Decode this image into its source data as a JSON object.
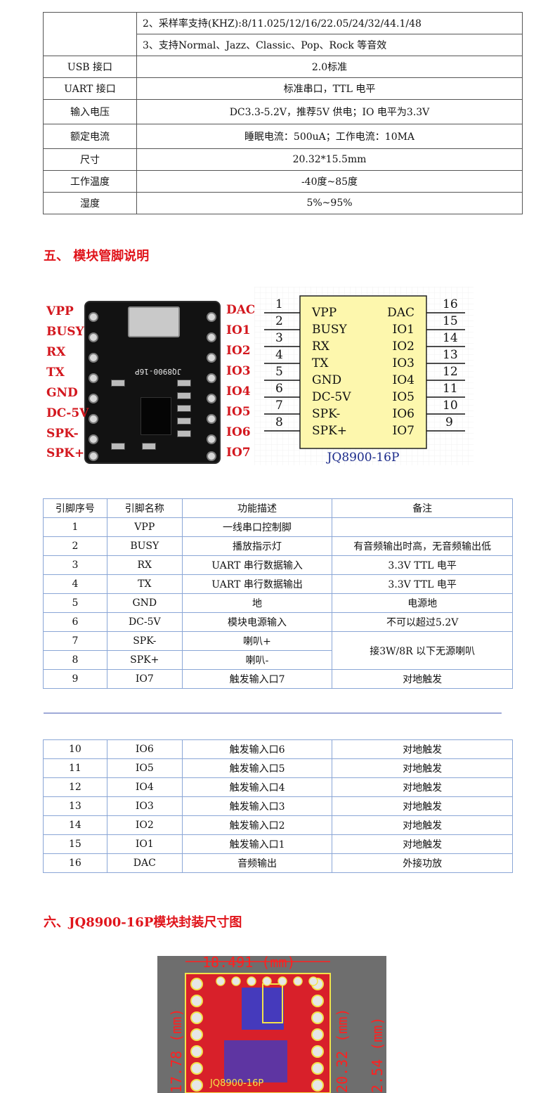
{
  "spec_rows": [
    {
      "label": "",
      "value": "2、采样率支持(KHZ):8/11.025/12/16/22.05/24/32/44.1/48"
    },
    {
      "label": "",
      "value": "3、支持Normal、Jazz、Classic、Pop、Rock 等音效"
    },
    {
      "label": "USB 接口",
      "value": "2.0标准"
    },
    {
      "label": "UART 接口",
      "value": "标准串口，TTL 电平"
    },
    {
      "label": "输入电压",
      "value": "DC3.3-5.2V，推荐5V 供电；IO 电平为3.3V"
    },
    {
      "label": "额定电流",
      "value": "睡眠电流：500uA；工作电流：10MA"
    },
    {
      "label": "尺寸",
      "value": "20.32*15.5mm"
    },
    {
      "label": "工作温度",
      "value": "-40度~85度"
    },
    {
      "label": "湿度",
      "value": "5%~95%"
    }
  ],
  "section5_title": "五、  模块管脚说明",
  "section6_title": "六、JQ8900-16P模块封装尺寸图",
  "photo": {
    "left_pins": [
      "VPP",
      "BUSY",
      "RX",
      "TX",
      "GND",
      "DC-5V",
      "SPK-",
      "SPK+"
    ],
    "right_pins": [
      "DAC",
      "IO1",
      "IO2",
      "IO3",
      "IO4",
      "IO5",
      "IO6",
      "IO7"
    ],
    "silk_text": "JQ8900-16P"
  },
  "schematic": {
    "left_numbers": [
      "1",
      "2",
      "3",
      "4",
      "5",
      "6",
      "7",
      "8"
    ],
    "left_names": [
      "VPP",
      "BUSY",
      "RX",
      "TX",
      "GND",
      "DC-5V",
      "SPK-",
      "SPK+"
    ],
    "right_names": [
      "DAC",
      "IO1",
      "IO2",
      "IO3",
      "IO4",
      "IO5",
      "IO6",
      "IO7"
    ],
    "right_numbers": [
      "16",
      "15",
      "14",
      "13",
      "12",
      "11",
      "10",
      "9"
    ],
    "part_name": "JQ8900-16P"
  },
  "pin_table": {
    "headers": [
      "引脚序号",
      "引脚名称",
      "功能描述",
      "备注"
    ],
    "rows_part1": [
      [
        "1",
        "VPP",
        "一线串口控制脚",
        ""
      ],
      [
        "2",
        "BUSY",
        "播放指示灯",
        "有音频输出时高，无音频输出低"
      ],
      [
        "3",
        "RX",
        "UART 串行数据输入",
        "3.3V  TTL 电平"
      ],
      [
        "4",
        "TX",
        "UART 串行数据输出",
        "3.3V  TTL 电平"
      ],
      [
        "5",
        "GND",
        "地",
        "电源地"
      ],
      [
        "6",
        "DC-5V",
        "模块电源输入",
        "不可以超过5.2V"
      ],
      [
        "7",
        "SPK-",
        "喇叭+",
        ""
      ],
      [
        "8",
        "SPK+",
        "喇叭-",
        ""
      ],
      [
        "9",
        "IO7",
        "触发输入口7",
        "对地触发"
      ]
    ],
    "merged_note": "接3W/8R 以下无源喇叭",
    "rows_part2": [
      [
        "10",
        "IO6",
        "触发输入口6",
        "对地触发"
      ],
      [
        "11",
        "IO5",
        "触发输入口5",
        "对地触发"
      ],
      [
        "12",
        "IO4",
        "触发输入口4",
        "对地触发"
      ],
      [
        "13",
        "IO3",
        "触发输入口3",
        "对地触发"
      ],
      [
        "14",
        "IO2",
        "触发输入口2",
        "对地触发"
      ],
      [
        "15",
        "IO1",
        "触发输入口1",
        "对地触发"
      ],
      [
        "16",
        "DAC",
        "音频输出",
        "外接功放"
      ]
    ]
  },
  "footprint": {
    "width_label": "18.491 (mm)",
    "left_label": "17.78 (mm)",
    "mid_label": "20.32 (mm)",
    "pitch_label": "2.54 (mm)",
    "silk_label": "JQ8900-16P"
  },
  "colors": {
    "heading": "#e0141b",
    "table_border_blue": "#8aa6d6",
    "pcb_red": "#e0202a"
  }
}
